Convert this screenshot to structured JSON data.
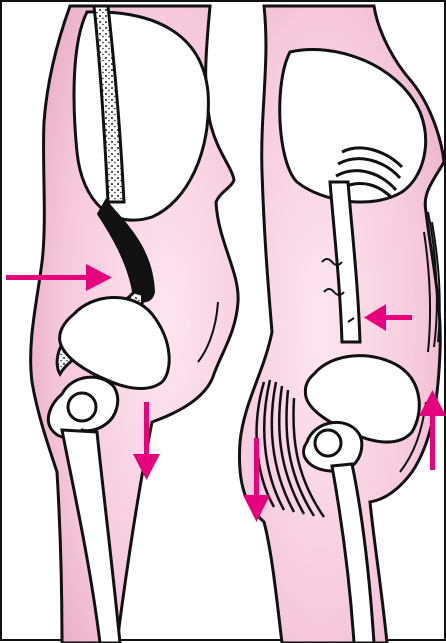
{
  "figure": {
    "panels": [
      {
        "id": "left-figure",
        "description_hidden": ""
      },
      {
        "id": "right-figure",
        "description_hidden": ""
      }
    ],
    "colors": {
      "skin": "#f6c9dc",
      "skin_shadow": "#e9a6c3",
      "outline": "#111111",
      "arrow": "#e6007e",
      "bone": "#ffffff",
      "spine_fill": "#cccccc"
    },
    "arrows": [
      {
        "name": "left-lumbar-arrow",
        "direction": "right"
      },
      {
        "name": "left-pelvis-down-arrow",
        "direction": "down"
      },
      {
        "name": "right-lumbar-arrow",
        "direction": "left"
      },
      {
        "name": "right-back-down-arrow",
        "direction": "down"
      },
      {
        "name": "right-abdomen-up-arrow",
        "direction": "up"
      }
    ]
  }
}
